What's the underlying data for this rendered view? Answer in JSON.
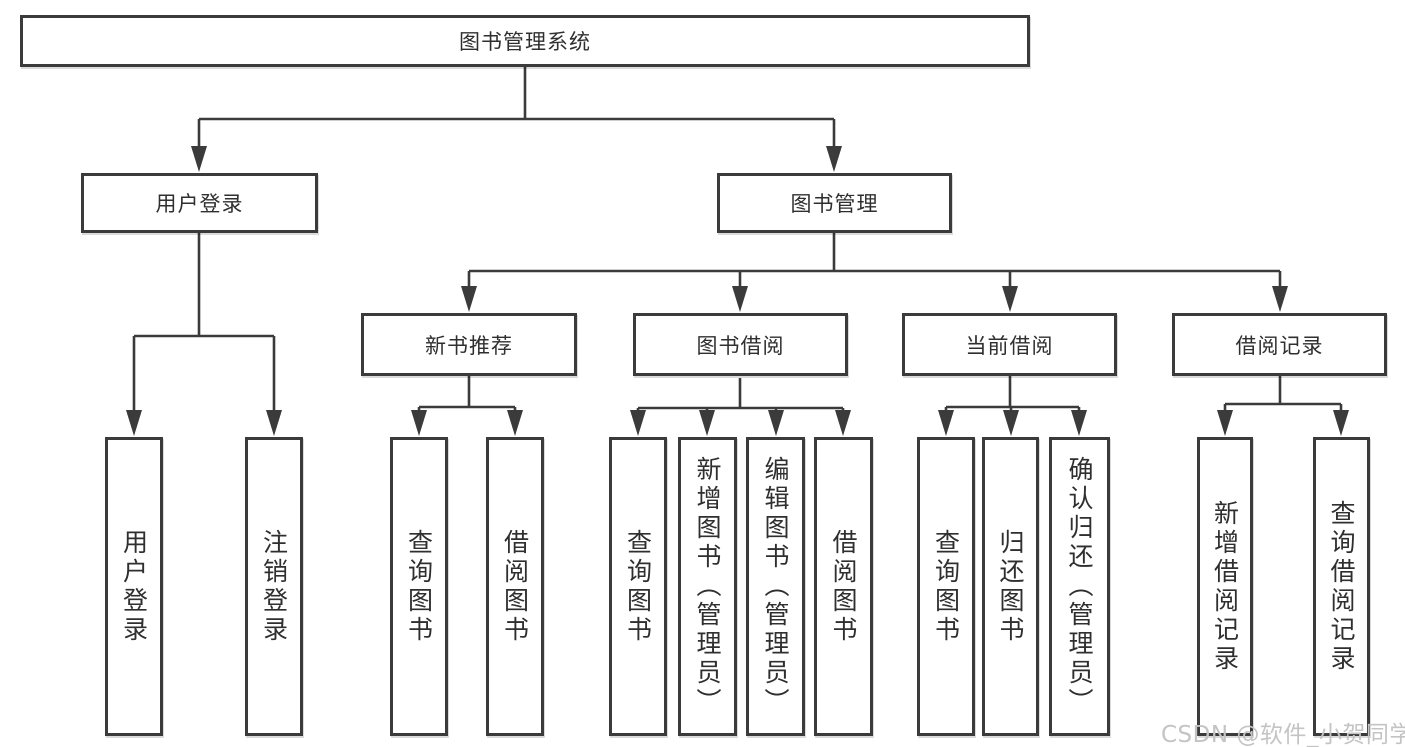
{
  "title": "图书管理系统",
  "watermark": "CSDN @软件_小贺同学",
  "colors": {
    "background": "#ffffff",
    "line": "#3b3b3b",
    "box_border": "#3b3b3b",
    "text": "#2f2f2f",
    "watermark": "#c4c4c4"
  },
  "tree": {
    "label": "图书管理系统",
    "children": [
      {
        "label": "用户登录",
        "children": [
          {
            "label": "用户登录"
          },
          {
            "label": "注销登录"
          }
        ]
      },
      {
        "label": "图书管理",
        "children": [
          {
            "label": "新书推荐",
            "children": [
              {
                "label": "查询图书"
              },
              {
                "label": "借阅图书"
              }
            ]
          },
          {
            "label": "图书借阅",
            "children": [
              {
                "label": "查询图书"
              },
              {
                "label": "新增图书（管理员）"
              },
              {
                "label": "编辑图书（管理员）"
              },
              {
                "label": "借阅图书"
              }
            ]
          },
          {
            "label": "当前借阅",
            "children": [
              {
                "label": "查询图书"
              },
              {
                "label": "归还图书"
              },
              {
                "label": "确认归还（管理员）"
              }
            ]
          },
          {
            "label": "借阅记录",
            "children": [
              {
                "label": "新增借阅记录"
              },
              {
                "label": "查询借阅记录"
              }
            ]
          }
        ]
      }
    ]
  }
}
